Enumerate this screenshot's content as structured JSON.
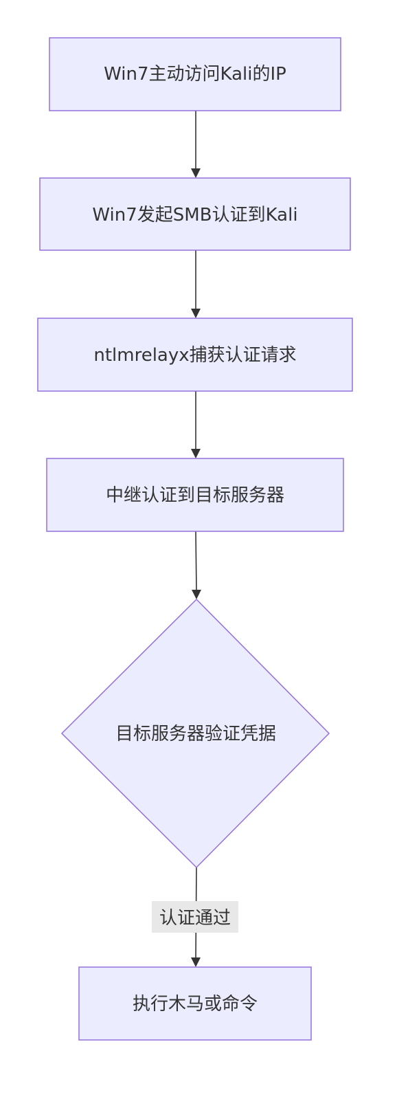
{
  "nodes": {
    "n1": "Win7主动访问Kali的IP",
    "n2": "Win7发起SMB认证到Kali",
    "n3": "ntlmrelayx捕获认证请求",
    "n4": "中继认证到目标服务器",
    "decision": "目标服务器验证凭据",
    "n5": "执行木马或命令"
  },
  "edges": {
    "pass_label": "认证通过"
  },
  "colors": {
    "node_fill": "#ececff",
    "node_stroke": "#9370db",
    "edge": "#333333",
    "edge_label_bg": "#e8e8e8",
    "text": "#333333"
  }
}
